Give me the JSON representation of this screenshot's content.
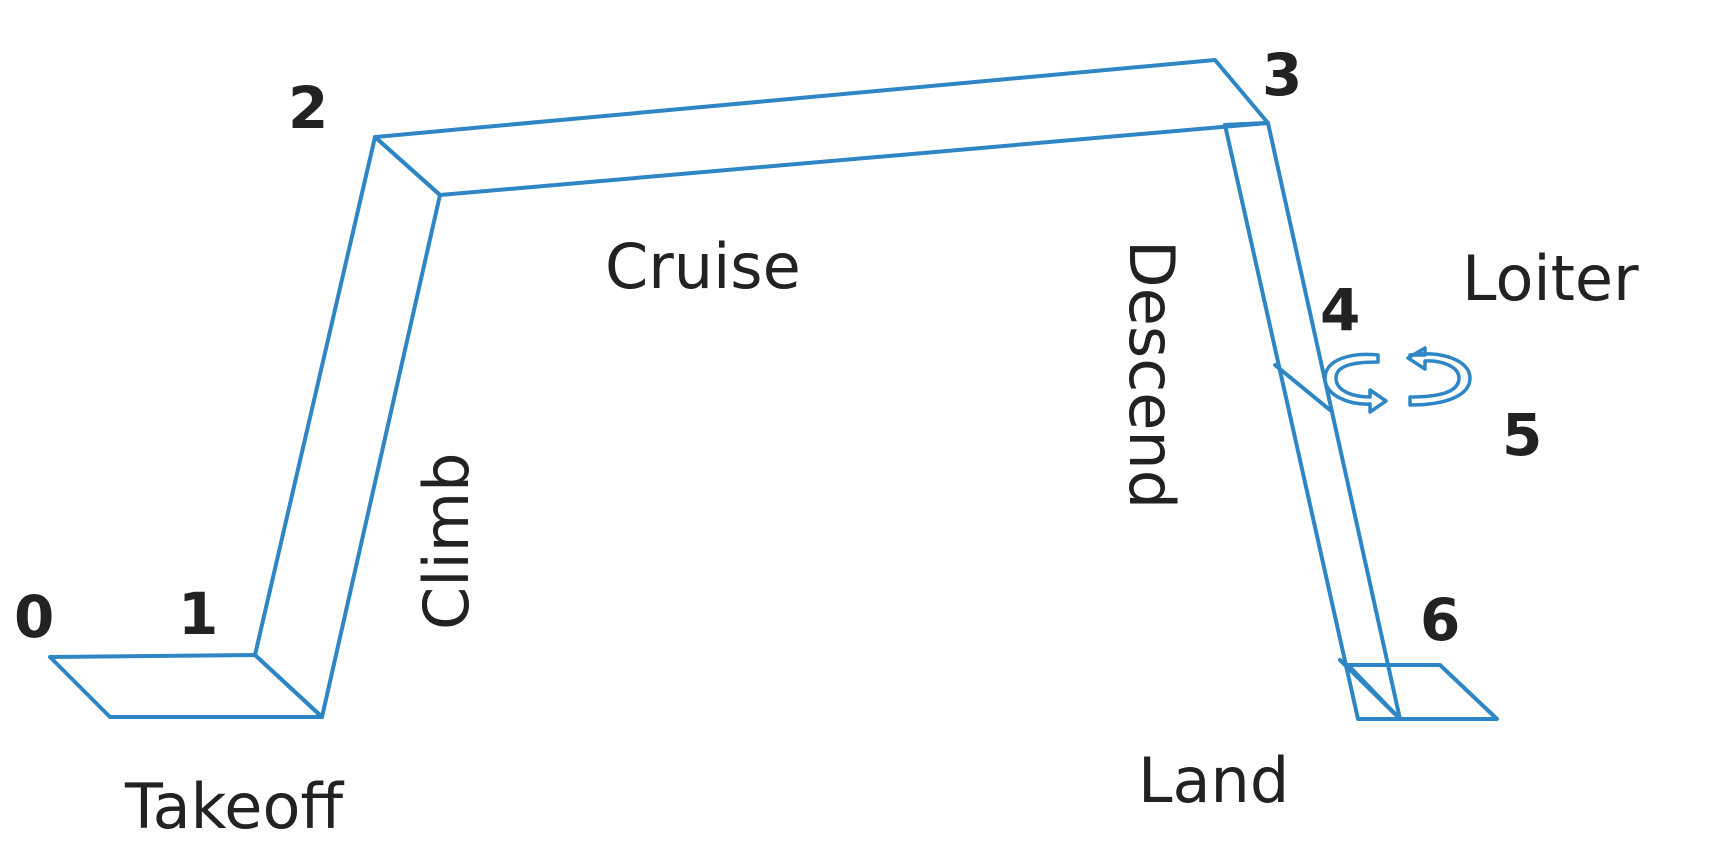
{
  "waypoints": {
    "p0": "0",
    "p1": "1",
    "p2": "2",
    "p3": "3",
    "p4": "4",
    "p5": "5",
    "p6": "6"
  },
  "phases": {
    "takeoff": "Takeoff",
    "climb": "Climb",
    "cruise": "Cruise",
    "descend": "Descend",
    "loiter": "Loiter",
    "land": "Land"
  },
  "colors": {
    "path_stroke": "#2f86c4",
    "text": "#222222"
  }
}
